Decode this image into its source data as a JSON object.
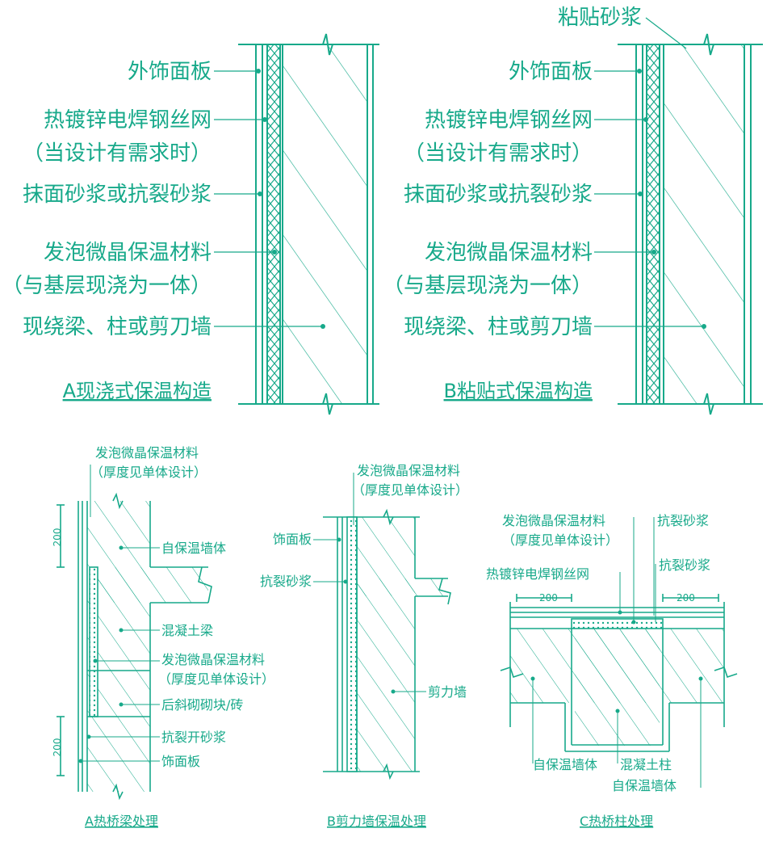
{
  "colors": {
    "line": "#17a98a",
    "fill": "#ffffff"
  },
  "panel_a": {
    "labels": [
      "外饰面板",
      "热镀锌电焊钢丝网",
      "（当设计有需求时）",
      "抹面砂浆或抗裂砂浆",
      "发泡微晶保温材料",
      "（与基层现浇为一体）",
      "现绕梁、柱或剪刀墙"
    ],
    "caption": "A现浇式保温构造"
  },
  "panel_b": {
    "top_label": "粘贴砂浆",
    "labels": [
      "外饰面板",
      "热镀锌电焊钢丝网",
      "（当设计有需求时）",
      "抹面砂浆或抗裂砂浆",
      "发泡微晶保温材料",
      "（与基层现浇为一体）",
      "现绕梁、柱或剪刀墙"
    ],
    "caption": "B粘贴式保温构造"
  },
  "detail_a": {
    "top_label_1": "发泡微晶保温材料",
    "top_label_2": "（厚度见单体设计）",
    "labels": [
      "自保温墙体",
      "混凝土梁",
      "发泡微晶保温材料",
      "（厚度见单体设计）",
      "后斜砌砌块/砖",
      "抗裂开砂浆",
      "饰面板"
    ],
    "dims": [
      "200",
      "200"
    ],
    "caption": "A热桥梁处理"
  },
  "detail_b": {
    "top_label_1": "发泡微晶保温材料",
    "top_label_2": "（厚度见单体设计）",
    "left_labels": [
      "饰面板",
      "抗裂砂浆"
    ],
    "right_label": "剪力墙",
    "caption": "B剪力墙保温处理"
  },
  "detail_c": {
    "labels_top": [
      "发泡微晶保温材料",
      "（厚度见单体设计）",
      "抗裂砂浆",
      "热镀锌电焊钢丝网",
      "抗裂砂浆"
    ],
    "dims": [
      "200",
      "200"
    ],
    "labels_bottom": [
      "自保温墙体",
      "混凝土柱",
      "自保温墙体"
    ],
    "caption": "C热桥柱处理"
  }
}
